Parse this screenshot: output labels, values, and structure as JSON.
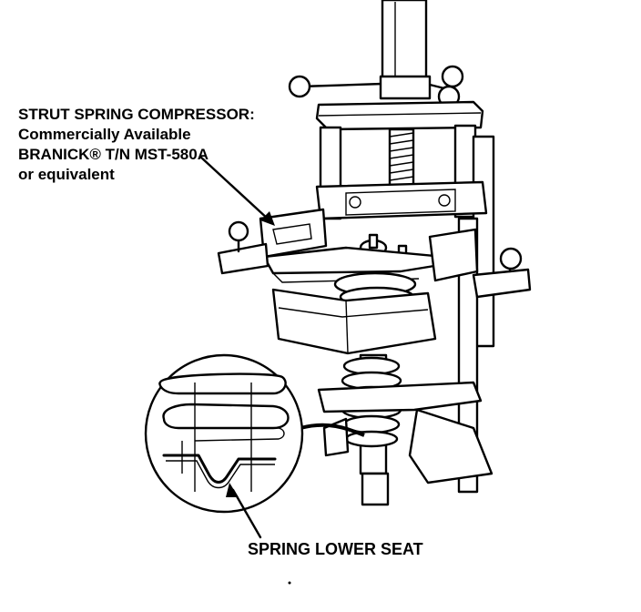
{
  "callouts": {
    "compressor": {
      "title": "STRUT SPRING COMPRESSOR:",
      "line2": "Commercially Available",
      "line3": "BRANICK® T/N MST-580A",
      "line4": "or equivalent"
    },
    "lower_seat": "SPRING LOWER SEAT"
  },
  "colors": {
    "ink": "#000000",
    "background": "#ffffff"
  },
  "icons": [
    "compressor-illustration",
    "spring-seat-detail",
    "leader-arrow"
  ]
}
